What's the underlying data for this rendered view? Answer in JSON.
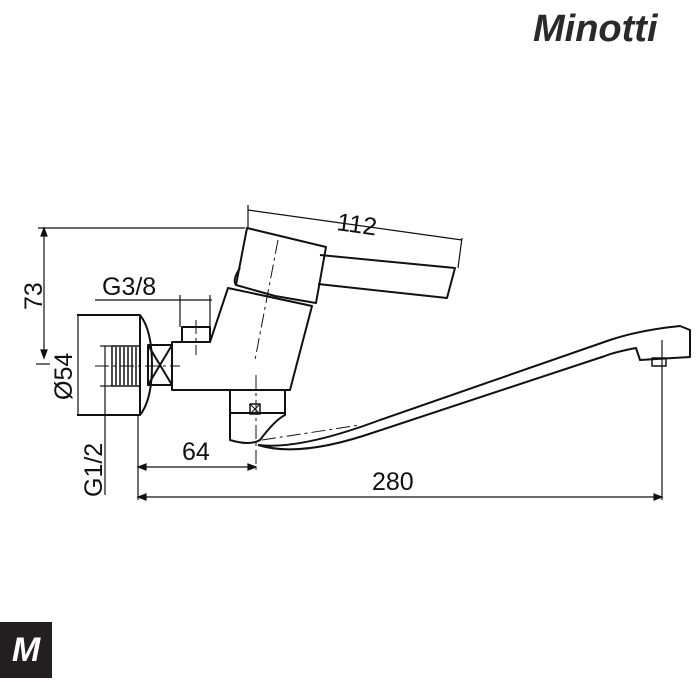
{
  "brand": {
    "logo_text": "Minotti",
    "badge_text": "M"
  },
  "dimensions": {
    "height": "73",
    "lever_length": "112",
    "inlet_thread": "G3/8",
    "flange_diameter": "Ø54",
    "wall_thread": "G1/2",
    "body_offset": "64",
    "spout_reach": "280"
  }
}
